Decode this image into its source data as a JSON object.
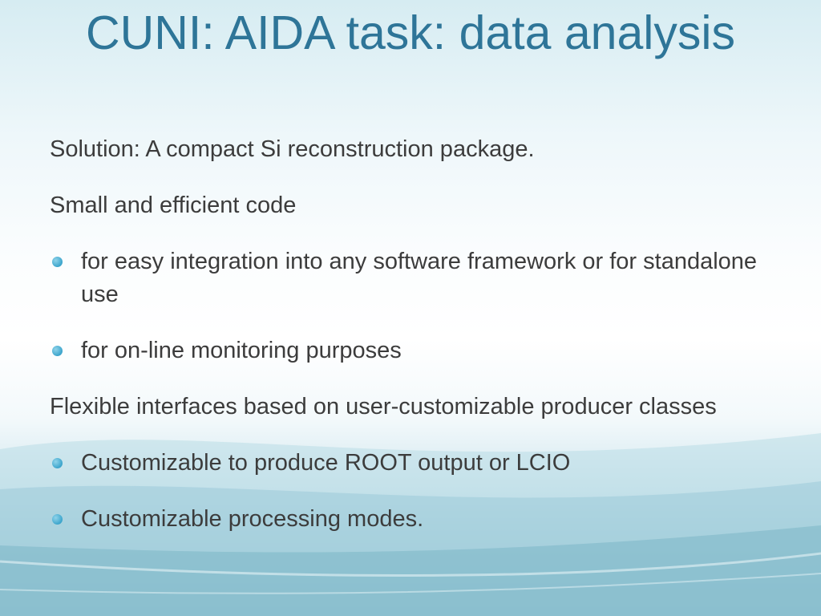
{
  "slide": {
    "title": "CUNI: AIDA task: data analysis",
    "blocks": [
      {
        "type": "para",
        "text": "Solution:  A compact Si reconstruction package."
      },
      {
        "type": "para",
        "text": "Small and efficient code"
      },
      {
        "type": "bullet",
        "text": "for easy integration into any software framework or for standalone use"
      },
      {
        "type": "bullet",
        "text": "for on-line monitoring purposes"
      },
      {
        "type": "para",
        "text": "Flexible interfaces based on user-customizable producer classes"
      },
      {
        "type": "bullet",
        "text": "Customizable to produce ROOT output or LCIO"
      },
      {
        "type": "bullet",
        "text": "Customizable processing modes."
      }
    ]
  },
  "colors": {
    "title": "#2e7598",
    "body_text": "#3c3c3c",
    "bullet": "#3ca5cc"
  },
  "icons": {
    "bullet": "circle-bullet-icon"
  }
}
